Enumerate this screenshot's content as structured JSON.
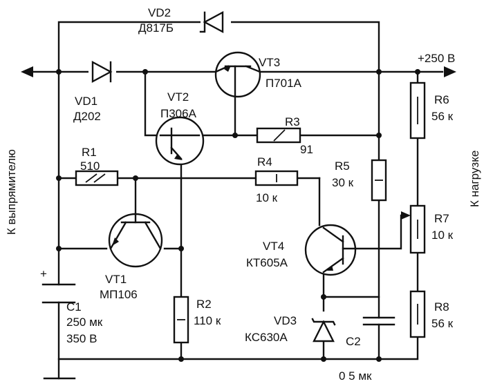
{
  "components": {
    "vd2": {
      "ref": "VD2",
      "type": "Д817Б"
    },
    "vd1": {
      "ref": "VD1",
      "type": "Д202"
    },
    "vt3": {
      "ref": "VT3",
      "type": "П701А"
    },
    "vt2": {
      "ref": "VT2",
      "type": "П306А"
    },
    "r3": {
      "ref": "R3",
      "value": "91"
    },
    "r1": {
      "ref": "R1",
      "value": "510"
    },
    "r4": {
      "ref": "R4",
      "value": "10 к"
    },
    "r5": {
      "ref": "R5",
      "value": "30 к"
    },
    "r6": {
      "ref": "R6",
      "value": "56 к"
    },
    "r7": {
      "ref": "R7",
      "value": "10 к"
    },
    "r8": {
      "ref": "R8",
      "value": "56 к"
    },
    "vt1": {
      "ref": "VT1",
      "type": "МП106"
    },
    "vt4": {
      "ref": "VT4",
      "type": "КТ605А"
    },
    "r2": {
      "ref": "R2",
      "value": "110 к"
    },
    "vd3": {
      "ref": "VD3",
      "type": "КС630А"
    },
    "c1": {
      "ref": "C1",
      "value": "250 мк",
      "voltage": "350 В",
      "polarity": "+"
    },
    "c2": {
      "ref": "C2",
      "value": "0 5 мк"
    }
  },
  "labels": {
    "supply": "+250 В",
    "left_side": "К выпрямителю",
    "right_side": "К нагрузке"
  }
}
